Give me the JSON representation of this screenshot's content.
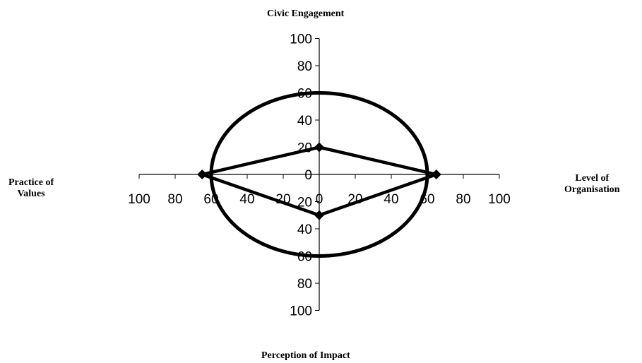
{
  "chart_data": {
    "type": "radar",
    "axes": [
      {
        "name": "Civic Engagement",
        "direction": "up"
      },
      {
        "name": "Level of Organisation",
        "direction": "right"
      },
      {
        "name": "Perception of Impact",
        "direction": "down"
      },
      {
        "name": "Practice of Values",
        "direction": "left"
      }
    ],
    "axis_labels": {
      "top": "Civic Engagement",
      "right_line1": "Level of",
      "right_line2": "Organisation",
      "bottom": "Perception of Impact",
      "left_line1": "Practice of",
      "left_line2": "Values"
    },
    "ticks": [
      "0",
      "20",
      "40",
      "60",
      "80",
      "100"
    ],
    "range": [
      0,
      100
    ],
    "series": [
      {
        "values": {
          "up": 20,
          "right": 65,
          "down": 30,
          "left": 65
        },
        "marker": "diamond"
      }
    ],
    "reference_ellipse": {
      "horizontal_radius": 60,
      "vertical_radius": 60
    },
    "colors": {
      "line": "#000000"
    }
  }
}
